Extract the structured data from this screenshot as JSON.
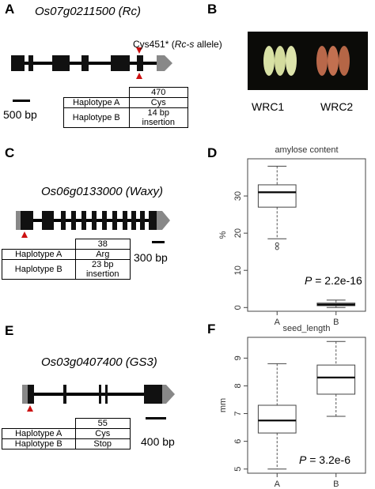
{
  "panels": {
    "A": {
      "label": "A",
      "gene": "Os07g0211500 (Rc)",
      "mutation_note_main": "Cys451* (",
      "mutation_note_italic": "Rc-s",
      "mutation_note_tail": " allele)",
      "scale_label": "500 bp",
      "table": {
        "position": "470",
        "rows": [
          {
            "name": "Haplotype A",
            "value": "Cys"
          },
          {
            "name": "Haplotype B",
            "value": "14 bp insertion",
            "value_line1": "14 bp",
            "value_line2": "insertion"
          }
        ]
      }
    },
    "B": {
      "label": "B",
      "samples": [
        "WRC1",
        "WRC2"
      ],
      "colors": {
        "WRC1": "#d9e2a6",
        "WRC2": "#b9684a"
      }
    },
    "C": {
      "label": "C",
      "gene": "Os06g0133000 (Waxy)",
      "scale_label": "300 bp",
      "table": {
        "position": "38",
        "rows": [
          {
            "name": "Haplotype A",
            "value": "Arg"
          },
          {
            "name": "Haplotype B",
            "value": "23 bp insertion",
            "value_line1": "23 bp",
            "value_line2": "insertion"
          }
        ]
      }
    },
    "D": {
      "label": "D",
      "p_prefix": "P",
      "p_value": " = 2.2e-16"
    },
    "E": {
      "label": "E",
      "gene": "Os03g0407400 (GS3)",
      "scale_label": "400 bp",
      "table": {
        "position": "55",
        "rows": [
          {
            "name": "Haplotype A",
            "value": "Cys"
          },
          {
            "name": "Haplotype B",
            "value": "Stop"
          }
        ]
      }
    },
    "F": {
      "label": "F",
      "p_prefix": "P",
      "p_value": " = 3.2e-6"
    }
  },
  "colors": {
    "exon": "#111111",
    "utr": "#888888",
    "mutation": "#cc1111"
  },
  "chart_data": [
    {
      "type": "box",
      "title": "amylose content",
      "ylabel": "%",
      "xlabel": "",
      "categories": [
        "A",
        "B"
      ],
      "ylim": [
        -1,
        40
      ],
      "yticks": [
        0,
        10,
        20,
        30
      ],
      "boxes": [
        {
          "name": "A",
          "whisker_low": 18.5,
          "q1": 27,
          "median": 31,
          "q3": 33,
          "whisker_high": 38,
          "outliers": [
            16,
            17
          ]
        },
        {
          "name": "B",
          "whisker_low": 0,
          "q1": 0.5,
          "median": 0.8,
          "q3": 1.2,
          "whisker_high": 2,
          "outliers": []
        }
      ]
    },
    {
      "type": "box",
      "title": "seed_length",
      "ylabel": "mm",
      "xlabel": "",
      "categories": [
        "A",
        "B"
      ],
      "ylim": [
        4.85,
        9.75
      ],
      "yticks": [
        5,
        6,
        7,
        8,
        9
      ],
      "boxes": [
        {
          "name": "A",
          "whisker_low": 5.0,
          "q1": 6.3,
          "median": 6.75,
          "q3": 7.3,
          "whisker_high": 8.8,
          "outliers": []
        },
        {
          "name": "B",
          "whisker_low": 6.9,
          "q1": 7.7,
          "median": 8.3,
          "q3": 8.75,
          "whisker_high": 9.6,
          "outliers": []
        }
      ]
    }
  ]
}
